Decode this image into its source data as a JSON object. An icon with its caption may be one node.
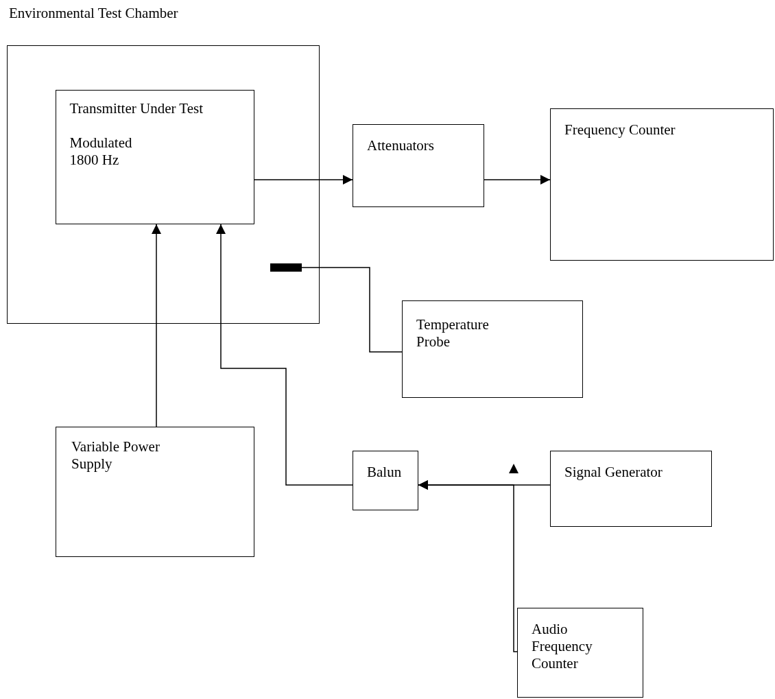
{
  "diagram": {
    "nodes": [
      {
        "text": [
          "Environmental Test Chamber"
        ]
      },
      {
        "text": [
          "Transmitter Under Test",
          "Modulated 1800 Hz"
        ],
        "in": 0
      },
      {
        "text": [
          "Attenuators"
        ]
      },
      {
        "text": [
          "Frequency Counter"
        ]
      },
      {
        "text": [],
        "shape": "bar",
        "in": 0
      },
      {
        "text": [
          "Temperature Probe"
        ]
      },
      {
        "text": [
          "Variable Power Supply"
        ]
      },
      {
        "text": [
          "Balun"
        ]
      },
      {
        "text": [
          "Signal Generator"
        ]
      },
      {
        "text": [
          "Audio Frequency Counter"
        ]
      }
    ],
    "edges": [
      {
        "from": 1,
        "to": 2,
        "arrow": "to"
      },
      {
        "from": 2,
        "to": 3,
        "arrow": "to"
      },
      {
        "from": 4,
        "to": 5,
        "arrow": "none"
      },
      {
        "from": 6,
        "to": 1,
        "arrow": "to"
      },
      {
        "from": 7,
        "to": 1,
        "arrow": "to"
      },
      {
        "from": 8,
        "to": 7,
        "arrow": "to"
      },
      {
        "from": 9,
        "to": 7,
        "arrow": "to"
      }
    ]
  }
}
